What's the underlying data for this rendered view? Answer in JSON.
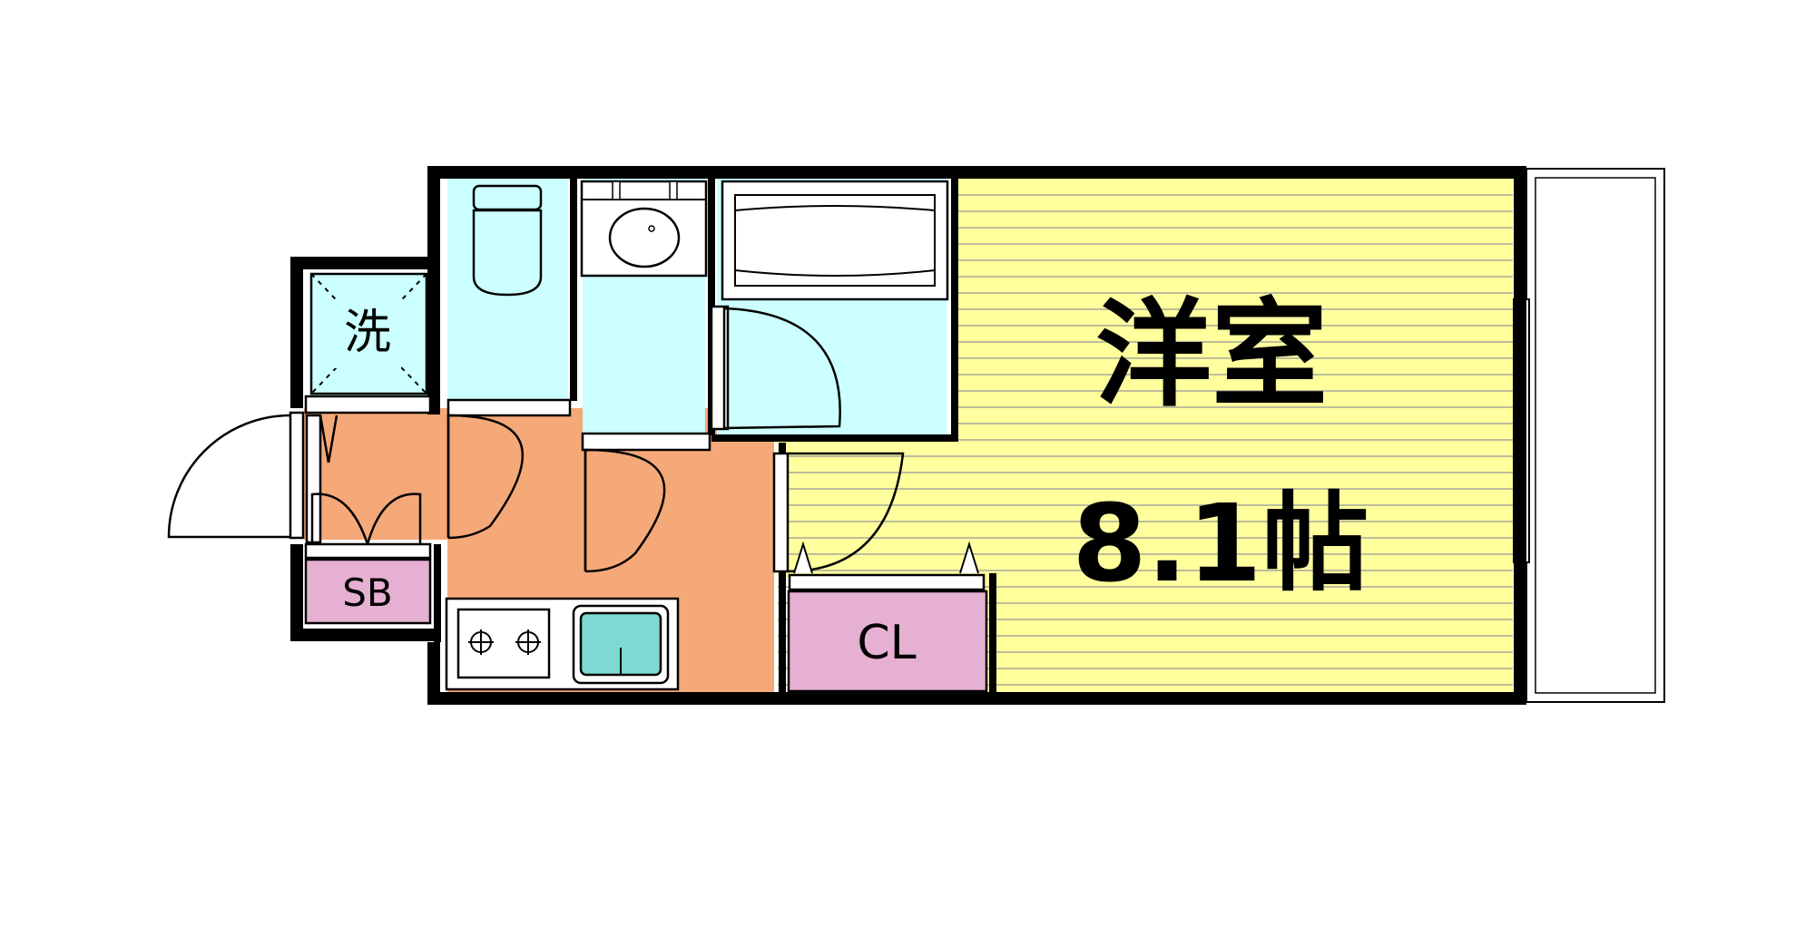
{
  "rooms": {
    "western_room": {
      "name": "洋室",
      "size": "8.1帖"
    },
    "closet": {
      "label": "CL"
    },
    "shoe_box": {
      "label": "SB"
    },
    "washer": {
      "label": "洗"
    }
  },
  "colors": {
    "wall": "#000000",
    "western_room": "#ffff9e",
    "western_room_lines": "#bdbd9b",
    "wet_area": "#ccffff",
    "corridor": "#f5a878",
    "storage": "#e6b0d2",
    "sink_basin": "#7fd8d2",
    "balcony": "#ffffff"
  }
}
